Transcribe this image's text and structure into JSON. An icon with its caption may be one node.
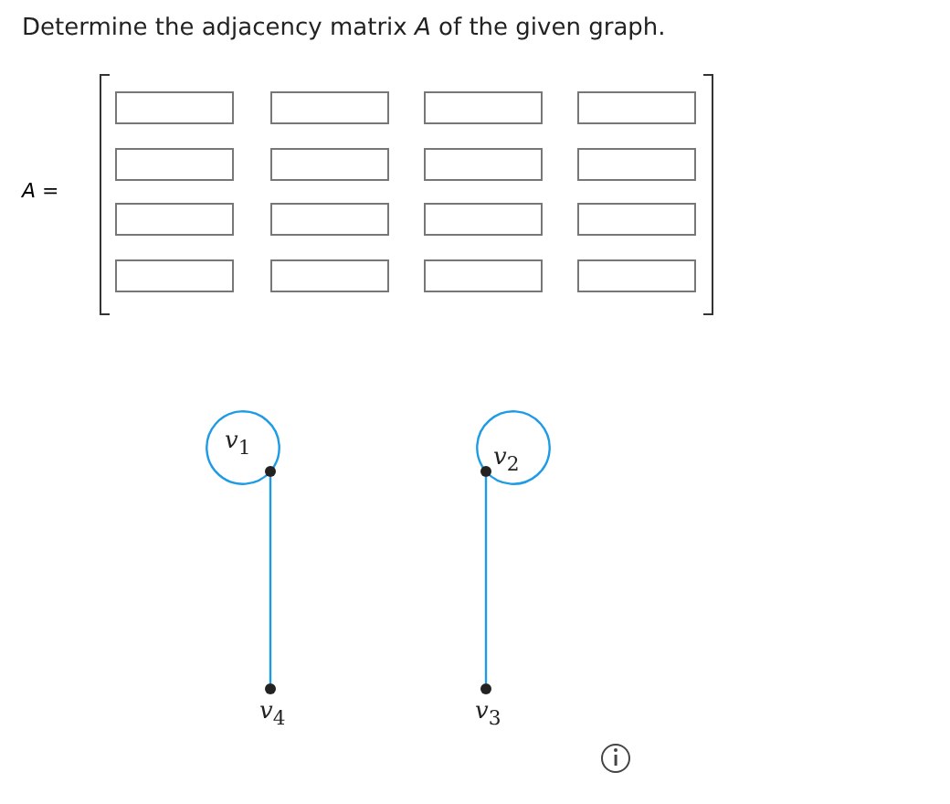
{
  "diagram": {
    "title": "Determine the adjacency matrix *A* of the given graph.",
    "nodes": [
      {
        "text": [
          "*v*$_{1}$"
        ]
      },
      {
        "text": [
          "*v*$_{2}$"
        ]
      },
      {
        "text": [
          "*v*$_{3}$"
        ]
      },
      {
        "text": [
          "*v*$_{4}$"
        ]
      }
    ],
    "edges": [
      {
        "from": 0,
        "to": 0,
        "arrow": "none"
      },
      {
        "from": 0,
        "to": 3,
        "arrow": "none"
      },
      {
        "from": 1,
        "to": 1,
        "arrow": "none"
      },
      {
        "from": 1,
        "to": 2,
        "arrow": "none"
      }
    ],
    "labels": [
      "*A* ="
    ]
  }
}
